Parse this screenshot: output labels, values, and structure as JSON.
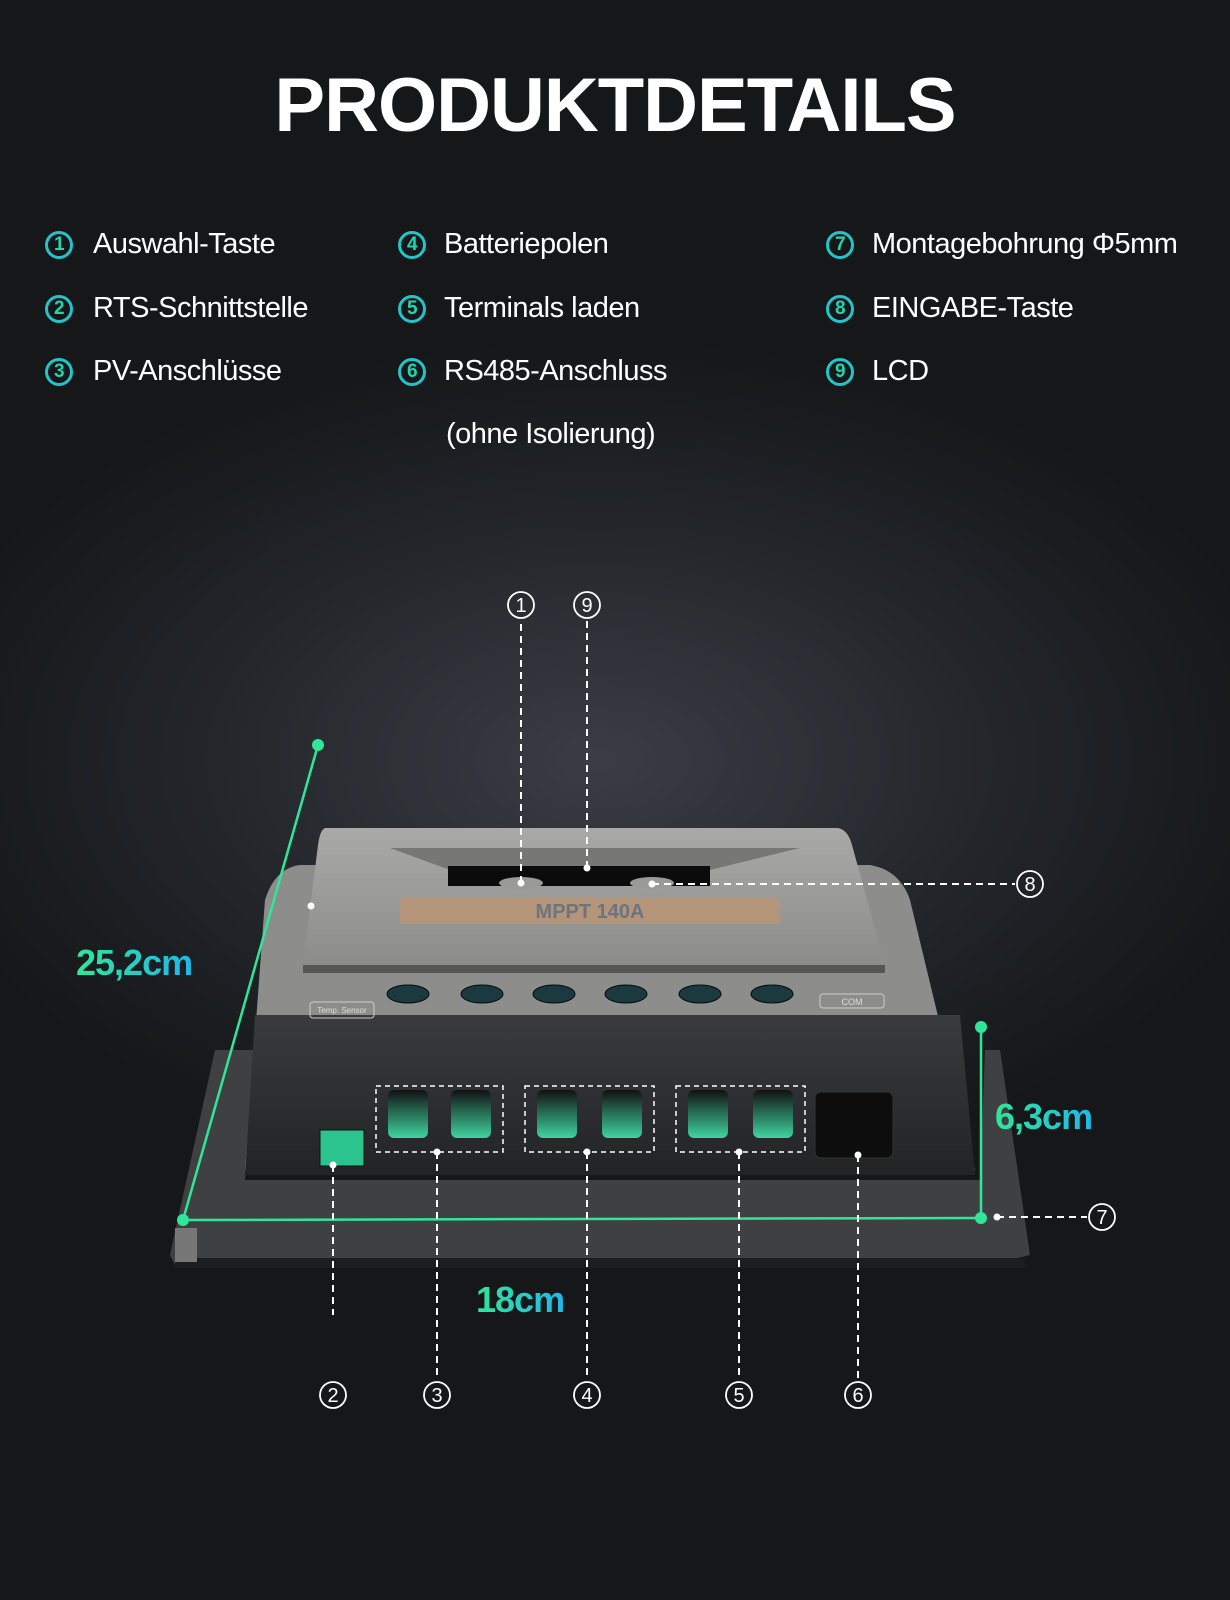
{
  "title": "PRODUKTDETAILS",
  "legend": [
    {
      "num": "1",
      "label": "Auswahl-Taste"
    },
    {
      "num": "2",
      "label": "RTS-Schnittstelle"
    },
    {
      "num": "3",
      "label": "PV-Anschlüsse"
    },
    {
      "num": "4",
      "label": "Batteriepolen"
    },
    {
      "num": "5",
      "label": "Terminals laden"
    },
    {
      "num": "6",
      "label": "RS485-Anschluss",
      "sub": "(ohne Isolierung)"
    },
    {
      "num": "7",
      "label": "Montagebohrung Φ5mm"
    },
    {
      "num": "8",
      "label": "EINGABE-Taste"
    },
    {
      "num": "9",
      "label": "LCD"
    }
  ],
  "dimensions": {
    "depth": "25,2cm",
    "height": "6,3cm",
    "width": "18cm"
  },
  "product": {
    "model": "MPPT 140A",
    "temp_label": "Temp. Sensor",
    "com_label": "COM"
  },
  "colors": {
    "accent_green": "#2fe69a",
    "accent_blue": "#20b8e8",
    "background": "#23262b"
  }
}
